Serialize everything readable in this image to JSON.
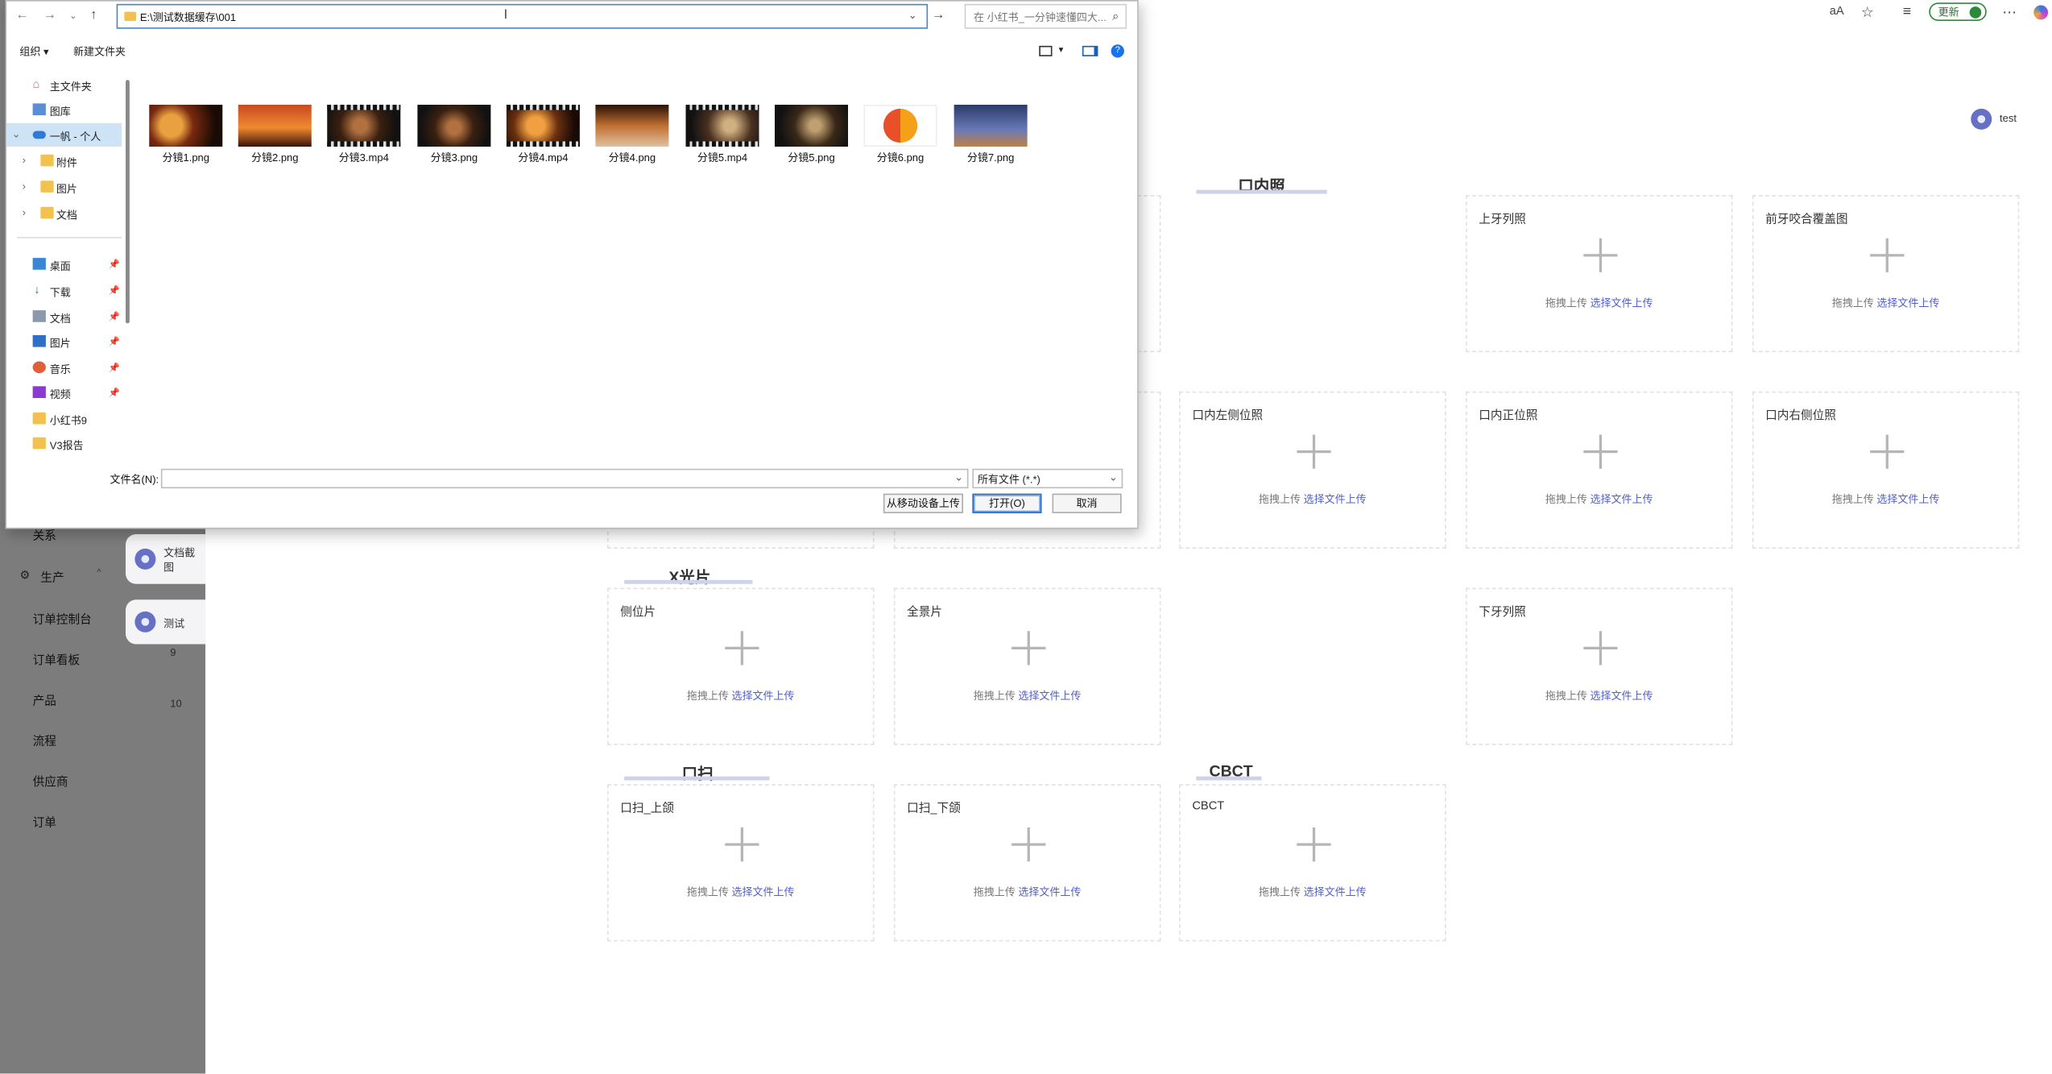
{
  "browser": {
    "update_label": "更新",
    "read_aloud_icon": "aA"
  },
  "user": {
    "name": "test"
  },
  "sidebar": {
    "items": [
      {
        "label": "关系"
      },
      {
        "label": "生产"
      },
      {
        "label": "订单控制台"
      },
      {
        "label": "订单看板"
      },
      {
        "label": "产品"
      },
      {
        "label": "流程"
      },
      {
        "label": "供应商"
      },
      {
        "label": "订单"
      }
    ],
    "numbers": [
      "9",
      "10"
    ],
    "cards": [
      {
        "label": "文档截图"
      },
      {
        "label": "测试"
      }
    ]
  },
  "sections": {
    "intraoral": "口内照",
    "xray": "X光片",
    "scan": "口扫",
    "cbct": "CBCT"
  },
  "upload": {
    "drag_text": "拖拽上传",
    "select_text": "选择文件上传"
  },
  "cards": [
    {
      "title": "上牙列照"
    },
    {
      "title": "前牙咬合覆盖图"
    },
    {
      "title": "口内左侧位照"
    },
    {
      "title": "口内正位照"
    },
    {
      "title": "口内右侧位照"
    },
    {
      "title": "侧位片"
    },
    {
      "title": "全景片"
    },
    {
      "title": "下牙列照"
    },
    {
      "title": "口扫_上颌"
    },
    {
      "title": "口扫_下颌"
    },
    {
      "title": "CBCT"
    }
  ],
  "dialog": {
    "address": "E:\\测试数据缓存\\001",
    "search_placeholder": "在 小红书_一分钟速懂四大...",
    "organize": "组织",
    "new_folder": "新建文件夹",
    "tree": [
      {
        "label": "主文件夹"
      },
      {
        "label": "图库"
      },
      {
        "label": "一帆 - 个人"
      },
      {
        "label": "附件"
      },
      {
        "label": "图片"
      },
      {
        "label": "文档"
      },
      {
        "label": "桌面"
      },
      {
        "label": "下载"
      },
      {
        "label": "文档"
      },
      {
        "label": "图片"
      },
      {
        "label": "音乐"
      },
      {
        "label": "视频"
      },
      {
        "label": "小红书9"
      },
      {
        "label": "V3报告"
      }
    ],
    "files": [
      {
        "name": "分镜1.png"
      },
      {
        "name": "分镜2.png"
      },
      {
        "name": "分镜3.mp4"
      },
      {
        "name": "分镜3.png"
      },
      {
        "name": "分镜4.mp4"
      },
      {
        "name": "分镜4.png"
      },
      {
        "name": "分镜5.mp4"
      },
      {
        "name": "分镜5.png"
      },
      {
        "name": "分镜6.png"
      },
      {
        "name": "分镜7.png"
      }
    ],
    "filename_label": "文件名(N):",
    "filename_value": "",
    "filetype": "所有文件 (*.*)",
    "mobile_upload": "从移动设备上传",
    "open": "打开(O)",
    "cancel": "取消"
  }
}
